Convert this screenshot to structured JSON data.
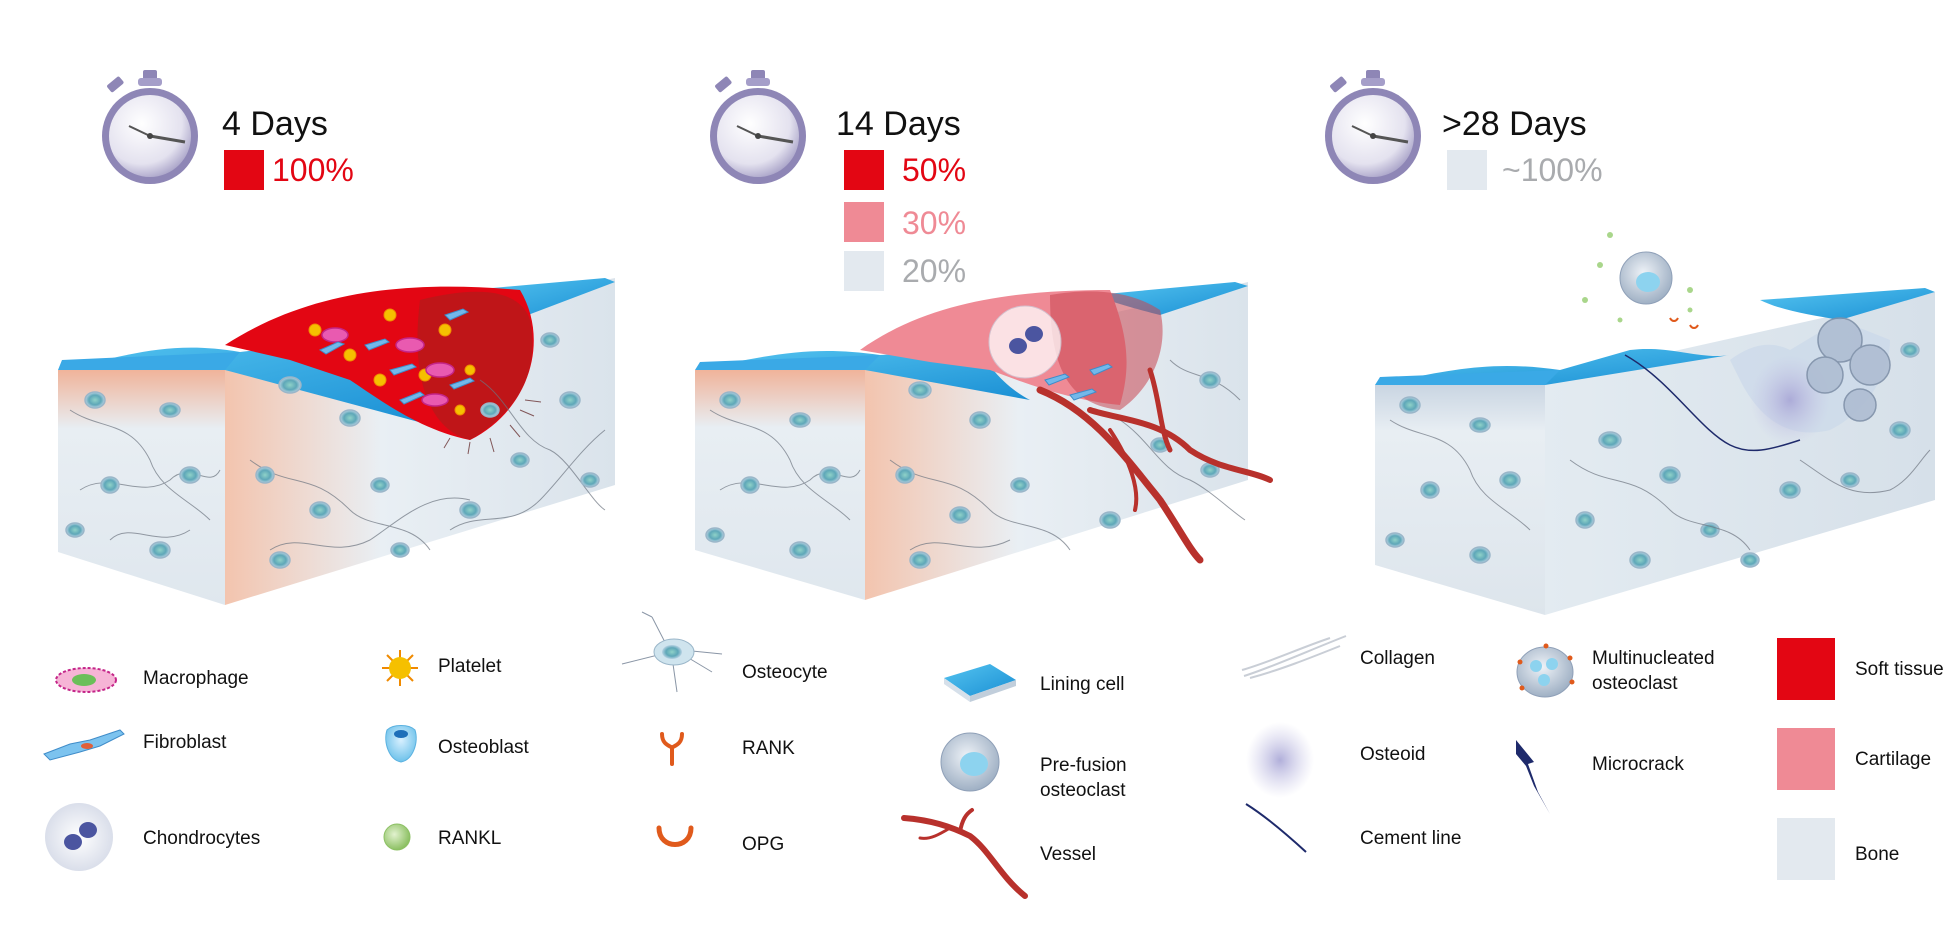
{
  "colors": {
    "soft_tissue": "#e30613",
    "cartilage": "#ef8a95",
    "bone": "#e3e9ef",
    "lining": "#1e9be0",
    "vessel": "#b8312c",
    "stopwatch": "#8e86b6"
  },
  "stages": [
    {
      "title": "4 Days",
      "composition": [
        {
          "tissue": "soft_tissue",
          "percent": "100%",
          "color": "#e30613",
          "text_color": "#e30613"
        }
      ]
    },
    {
      "title": "14 Days",
      "composition": [
        {
          "tissue": "soft_tissue",
          "percent": "50%",
          "color": "#e30613",
          "text_color": "#e30613"
        },
        {
          "tissue": "cartilage",
          "percent": "30%",
          "color": "#ef8a95",
          "text_color": "#ef8a95"
        },
        {
          "tissue": "bone",
          "percent": "20%",
          "color": "#e3e9ef",
          "text_color": "#a9abae"
        }
      ]
    },
    {
      "title": ">28 Days",
      "composition": [
        {
          "tissue": "bone",
          "percent": "~100%",
          "color": "#e3e9ef",
          "text_color": "#a9abae"
        }
      ]
    }
  ],
  "legend": {
    "macrophage": "Macrophage",
    "fibroblast": "Fibroblast",
    "chondrocytes": "Chondrocytes",
    "platelet": "Platelet",
    "osteoblast": "Osteoblast",
    "rankl": "RANKL",
    "osteocyte": "Osteocyte",
    "rank": "RANK",
    "opg": "OPG",
    "lining_cell": "Lining cell",
    "pre_fusion_osteoclast": "Pre-fusion\nosteoclast",
    "vessel": "Vessel",
    "collagen": "Collagen",
    "osteoid": "Osteoid",
    "cement_line": "Cement line",
    "multinucleated_osteoclast": "Multinucleated\nosteoclast",
    "microcrack": "Microcrack",
    "soft_tissue": "Soft tissue",
    "cartilage": "Cartilage",
    "bone": "Bone"
  }
}
